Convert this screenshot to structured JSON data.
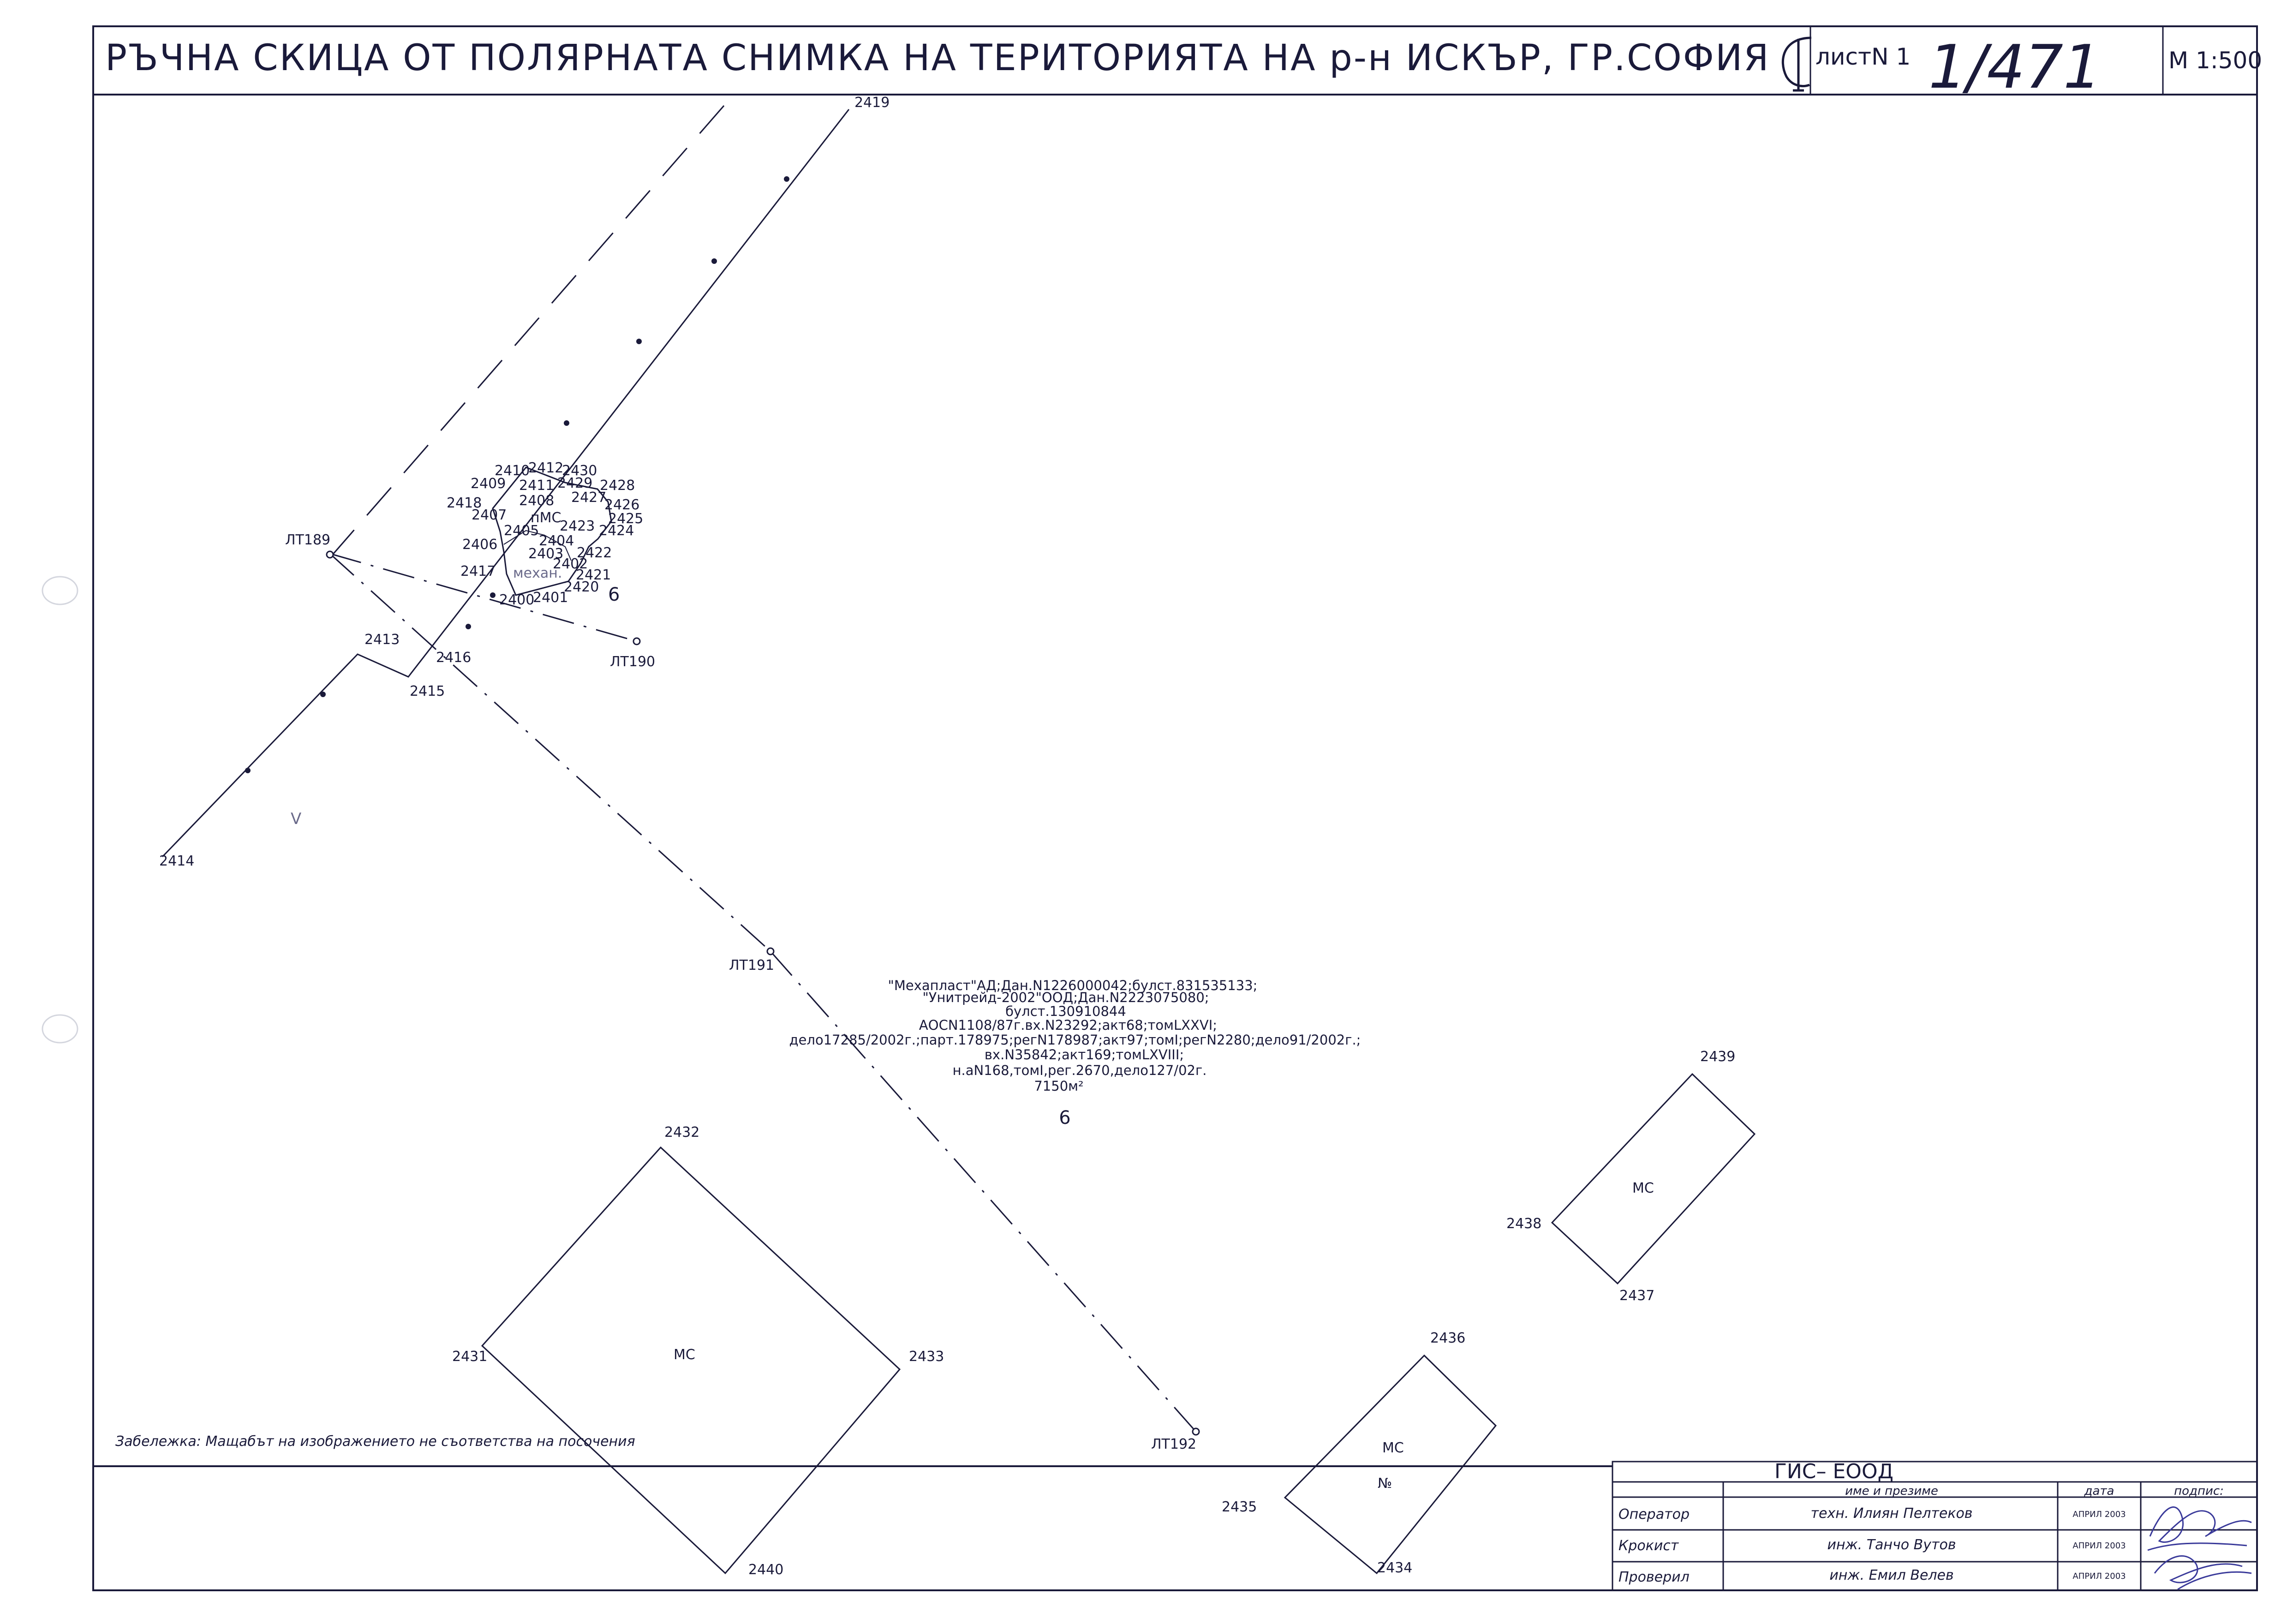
{
  "header": {
    "title": "РЪЧНА СКИЦА ОТ ПОЛЯРНАТА СНИМКА НА ТЕРИТОРИЯТА НА р-н ИСКЪР, ГР.СОФИЯ",
    "sheet_label": "листN 1",
    "sheet_number_handwritten": "1/471",
    "scale": "М 1:500"
  },
  "map": {
    "point_labels": [
      {
        "id": "p2419",
        "text": "2419"
      },
      {
        "id": "p2410",
        "text": "2410"
      },
      {
        "id": "p2412",
        "text": "2412"
      },
      {
        "id": "p2430",
        "text": "2430"
      },
      {
        "id": "p2409",
        "text": "2409"
      },
      {
        "id": "p2411",
        "text": "2411"
      },
      {
        "id": "p2429",
        "text": "2429"
      },
      {
        "id": "p2428",
        "text": "2428"
      },
      {
        "id": "p2418",
        "text": "2418"
      },
      {
        "id": "p2408",
        "text": "2408"
      },
      {
        "id": "p2427",
        "text": "2427"
      },
      {
        "id": "p2426",
        "text": "2426"
      },
      {
        "id": "p2407",
        "text": "2407"
      },
      {
        "id": "p2425",
        "text": "2425"
      },
      {
        "id": "p2405",
        "text": "2405"
      },
      {
        "id": "p2423",
        "text": "2423"
      },
      {
        "id": "p2424",
        "text": "2424"
      },
      {
        "id": "p2406",
        "text": "2406"
      },
      {
        "id": "p2404",
        "text": "2404"
      },
      {
        "id": "p2422",
        "text": "2422"
      },
      {
        "id": "p2403",
        "text": "2403"
      },
      {
        "id": "p2402",
        "text": "2402"
      },
      {
        "id": "p2417",
        "text": "2417"
      },
      {
        "id": "p2421",
        "text": "2421"
      },
      {
        "id": "p2420",
        "text": "2420"
      },
      {
        "id": "p2400",
        "text": "2400"
      },
      {
        "id": "p2401",
        "text": "2401"
      },
      {
        "id": "p2413",
        "text": "2413"
      },
      {
        "id": "p2416",
        "text": "2416"
      },
      {
        "id": "p2415",
        "text": "2415"
      },
      {
        "id": "p2414",
        "text": "2414"
      },
      {
        "id": "p2432",
        "text": "2432"
      },
      {
        "id": "p2431",
        "text": "2431"
      },
      {
        "id": "p2433",
        "text": "2433"
      },
      {
        "id": "p2440",
        "text": "2440"
      },
      {
        "id": "p2439",
        "text": "2439"
      },
      {
        "id": "p2438",
        "text": "2438"
      },
      {
        "id": "p2437",
        "text": "2437"
      },
      {
        "id": "p2436",
        "text": "2436"
      },
      {
        "id": "p2435",
        "text": "2435"
      },
      {
        "id": "p2434",
        "text": "2434"
      }
    ],
    "traverse_labels": [
      {
        "id": "lt189",
        "text": "ЛТ189"
      },
      {
        "id": "lt190",
        "text": "ЛТ190"
      },
      {
        "id": "lt191",
        "text": "ЛТ191"
      },
      {
        "id": "lt192",
        "text": "ЛТ192"
      }
    ],
    "structure_labels": {
      "ms_small": "пМС",
      "mehano": "механ.",
      "six_small": "6",
      "ms_big": "МС",
      "ms_right": "МС",
      "ms_bottom": "МС",
      "no_bottom": "№"
    },
    "parcel": {
      "owner_lines": [
        "\"Мехапласт\"АД;Дан.N1226000042;булст.831535133;",
        "\"Унитрейд-2002\"ООД;Дан.N2223075080;",
        "булст.130910844",
        "АОСN1108/87г.вх.N23292;акт68;томLXXVI;",
        "дело17285/2002г.;парт.178975;регN178987;акт97;томI;регN2280;дело91/2002г.;",
        "вх.N35842;акт169;томLXVIII;",
        "н.аN168,томI,рег.2670,дело127/02г."
      ],
      "area": "7150м²",
      "number": "6"
    },
    "margin_mark": "V"
  },
  "note": "Забележка: Мащабът на изображението не съответства на посочения",
  "title_block": {
    "company": "ГИС– ЕООД",
    "col_name": "име и презиме",
    "col_date": "дата",
    "col_sign": "подпис:",
    "rows": [
      {
        "role": "Оператор",
        "name": "техн. Илиян Пелтеков",
        "date": "АПРИЛ 2003"
      },
      {
        "role": "Крокист",
        "name": "инж. Танчо Вутов",
        "date": "АПРИЛ 2003"
      },
      {
        "role": "Проверил",
        "name": "инж. Емил Велев",
        "date": "АПРИЛ 2003"
      }
    ]
  },
  "colors": {
    "ink": "#1a1a3a",
    "paper": "#ffffff",
    "signature": "#3a3a9a"
  }
}
